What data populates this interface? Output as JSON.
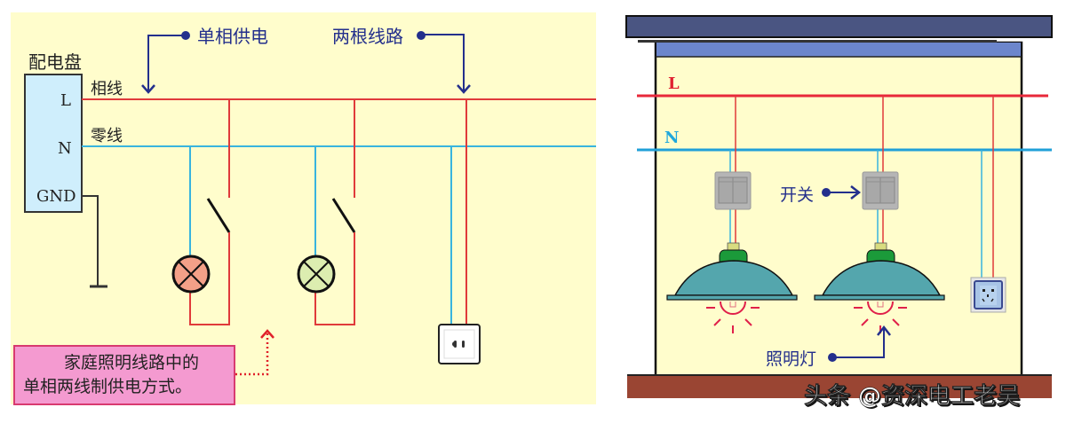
{
  "left_panel": {
    "panel_label": "配电盘",
    "terminals": {
      "L": "L",
      "N": "N",
      "GND": "GND"
    },
    "phase_wire_label": "相线",
    "neutral_wire_label": "零线",
    "callout_single_phase": "单相供电",
    "callout_two_wires": "两根线路",
    "note_line1": "家庭照明线路中的",
    "note_line2": "单相两线制供电方式。"
  },
  "right_panel": {
    "line_L_label": "L",
    "line_N_label": "N",
    "callout_switch": "开关",
    "callout_lamp": "照明灯"
  },
  "watermark": "头条 @资深电工老吴",
  "colors": {
    "background_panel": "#fffdcc",
    "phase_wire": "#e03a3a",
    "neutral_wire": "#38b4de",
    "callout_blue": "#232f8c",
    "lamp1_fill": "#f4a088",
    "lamp2_fill": "#dcedb0",
    "note_fill": "#f49ad0",
    "note_border": "#d83a70",
    "ceiling_dark": "#4a5582",
    "ceiling_light": "#6c86cc",
    "floor": "#9a4533",
    "lamp_shade": "#54a6ad",
    "lamp_cap": "#1b9a3a",
    "bulb_red": "#e0204a"
  }
}
